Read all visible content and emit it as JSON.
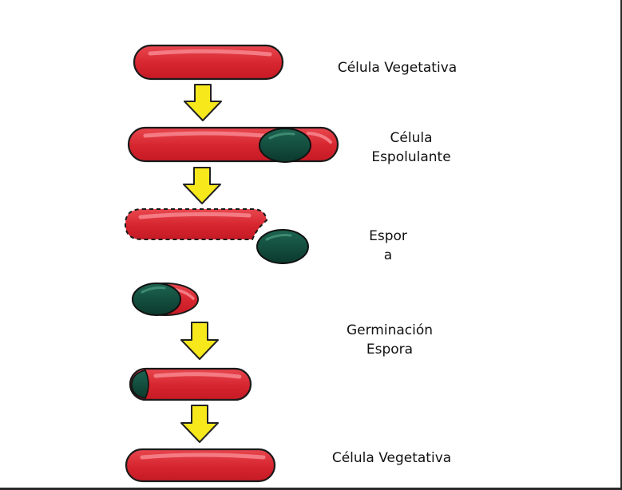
{
  "stages": [
    {
      "label_lines": [
        "Célula Vegetativa"
      ]
    },
    {
      "label_lines": [
        "Célula",
        "Espolulante"
      ]
    },
    {
      "label_lines": [
        "Espor",
        "a"
      ]
    },
    {
      "label_lines": [
        "Germinación",
        "Espora"
      ]
    },
    {
      "label_lines": [
        "Célula Vegetativa"
      ]
    }
  ],
  "colors": {
    "cell_fill": "#dd2b36",
    "cell_highlight": "#f0707a",
    "cell_outline": "#1a1a1a",
    "spore_fill": "#0f4a3a",
    "spore_highlight": "#2f7a62",
    "arrow_fill": "#f7e81c",
    "arrow_outline": "#222222"
  }
}
